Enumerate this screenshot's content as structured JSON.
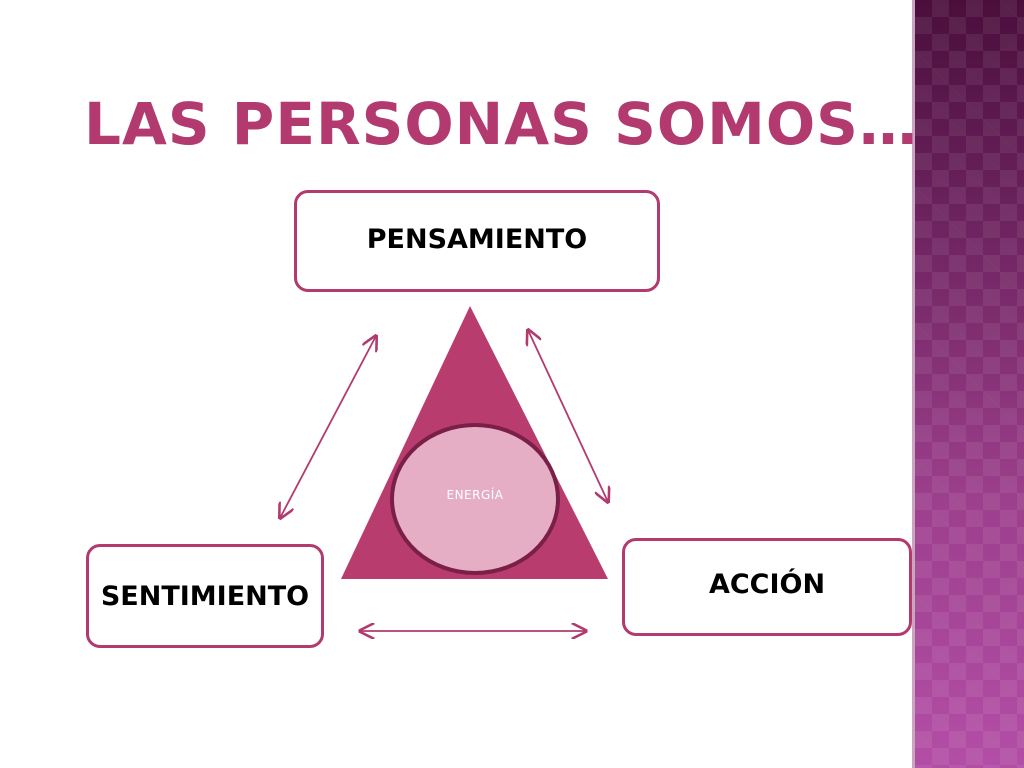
{
  "title": "LAS PERSONAS SOMOS…",
  "nodes": {
    "top": "PENSAMIENTO",
    "left": "SENTIMIENTO",
    "right": "ACCIÓN"
  },
  "center": {
    "label": "ENERGÍA"
  },
  "colors": {
    "accent": "#b23a6e",
    "triangle": "#b83c6d",
    "circle_fill": "#e6aec4",
    "circle_stroke": "#7a1f48",
    "arrow": "#b23a6e",
    "band_dark": "#4a0e3c",
    "band_light": "#b34ea6"
  },
  "connectors": [
    {
      "from": "SENTIMIENTO",
      "to": "PENSAMIENTO",
      "style": "double-arrow"
    },
    {
      "from": "PENSAMIENTO",
      "to": "ACCIÓN",
      "style": "double-arrow"
    },
    {
      "from": "SENTIMIENTO",
      "to": "ACCIÓN",
      "style": "double-arrow"
    }
  ]
}
